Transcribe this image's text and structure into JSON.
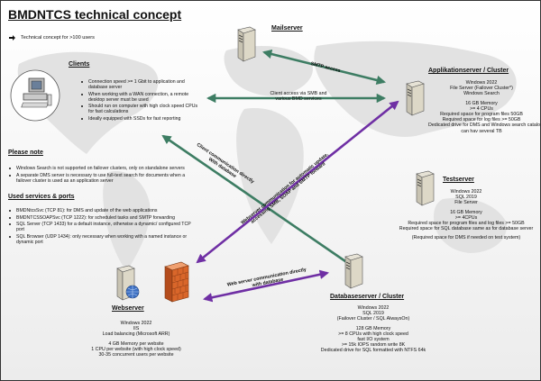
{
  "title": "BMDNTCS technical concept",
  "subtitle": "Technical concept for >100 users",
  "clients": {
    "heading": "Clients",
    "bullets": [
      "Connection speed >= 1 Gbit to application and database server",
      "When working with a WAN connection, a remote desktop server must be used",
      "Should run on computer with high clock speed CPUs for fast calculations",
      "Ideally equipped with SSDs for fast reporting"
    ]
  },
  "please_note": {
    "heading": "Please note",
    "bullets": [
      "Windows Search is not supported on failover clusters, only on standalone servers",
      "A separate DMS server is necessary to use full-text search for documents when a failover cluster is used as an application server"
    ]
  },
  "services": {
    "heading": "Used services & ports",
    "bullets": [
      "BMDNtcsSvc (TCP 81): for DMS and update of the web applications",
      "BMDNTCSSOAPSvc (TCP 1222): for scheduled tasks and SMTP forwarding",
      "SQL Server (TCP 1433) for a default instance, otherwise a dynamic/ configured TCP port",
      "SQL Browser (UDP 1434): only necessary when working with a named instance or dynamic port"
    ]
  },
  "mailserver": {
    "title": "Mailserver"
  },
  "appserver": {
    "title": "Applikationserver / Cluster",
    "lines": [
      "Windows 2022",
      "File Server (Failover Cluster*)",
      "Windows Search",
      "",
      "16 GB Memory",
      ">= 4 CPUs",
      "Required space  for program files 50GB",
      "Required  space  for log files >= 50GB",
      "Dedicated drive for DMS and Windows search catalog",
      "can hav several TB"
    ]
  },
  "testserver": {
    "title": "Testserver",
    "lines": [
      "Windows 2022",
      "SQL 2019",
      "File Server",
      "",
      "16 GB Memory",
      ">= 4CPUs",
      "Required  space  for program files and log files >= 50GB",
      "Required  space  for SQL database same as for database server",
      "",
      "(Required space for DMS if needed on test system)"
    ]
  },
  "dbserver": {
    "title": "Databaseserver / Cluster",
    "lines": [
      "Windows  2022",
      "SQL 2019",
      "(Failover Cluster / SQL AlwaysOn)",
      "",
      "128 GB Memory",
      ">= 8 CPUs with high clock speed",
      "fast I/O system",
      ">= 15k IOPS random write 8K",
      "Dedicated drive for SQL formatted with NTFS 64k"
    ]
  },
  "webserver": {
    "title": "Webserver",
    "lines": [
      "Windows 2022",
      "IIS",
      "Load balancing (Microsoft ARR)",
      "",
      "4 GB Memory per website",
      "1 CPU per website (with high clock speed)",
      "30-35 concurrent users per website"
    ]
  },
  "arrows": {
    "smtp": "SMTP access",
    "client_access_1": "Client access via SMB and",
    "client_access_2": "various BMD services",
    "client_comm_1": "Client communication directly",
    "client_comm_2": "With database",
    "webserver_comm_1": "Webserver communication for automatic update,",
    "webserver_comm_2": "accessing SMB, SOAP and SMTP forward",
    "web_db_1": "Web server communication directly",
    "web_db_2": "with database"
  },
  "colors": {
    "green_arrow": "#3d7d63",
    "purple_arrow": "#6f2fa4",
    "firewall": "#d9662a"
  }
}
